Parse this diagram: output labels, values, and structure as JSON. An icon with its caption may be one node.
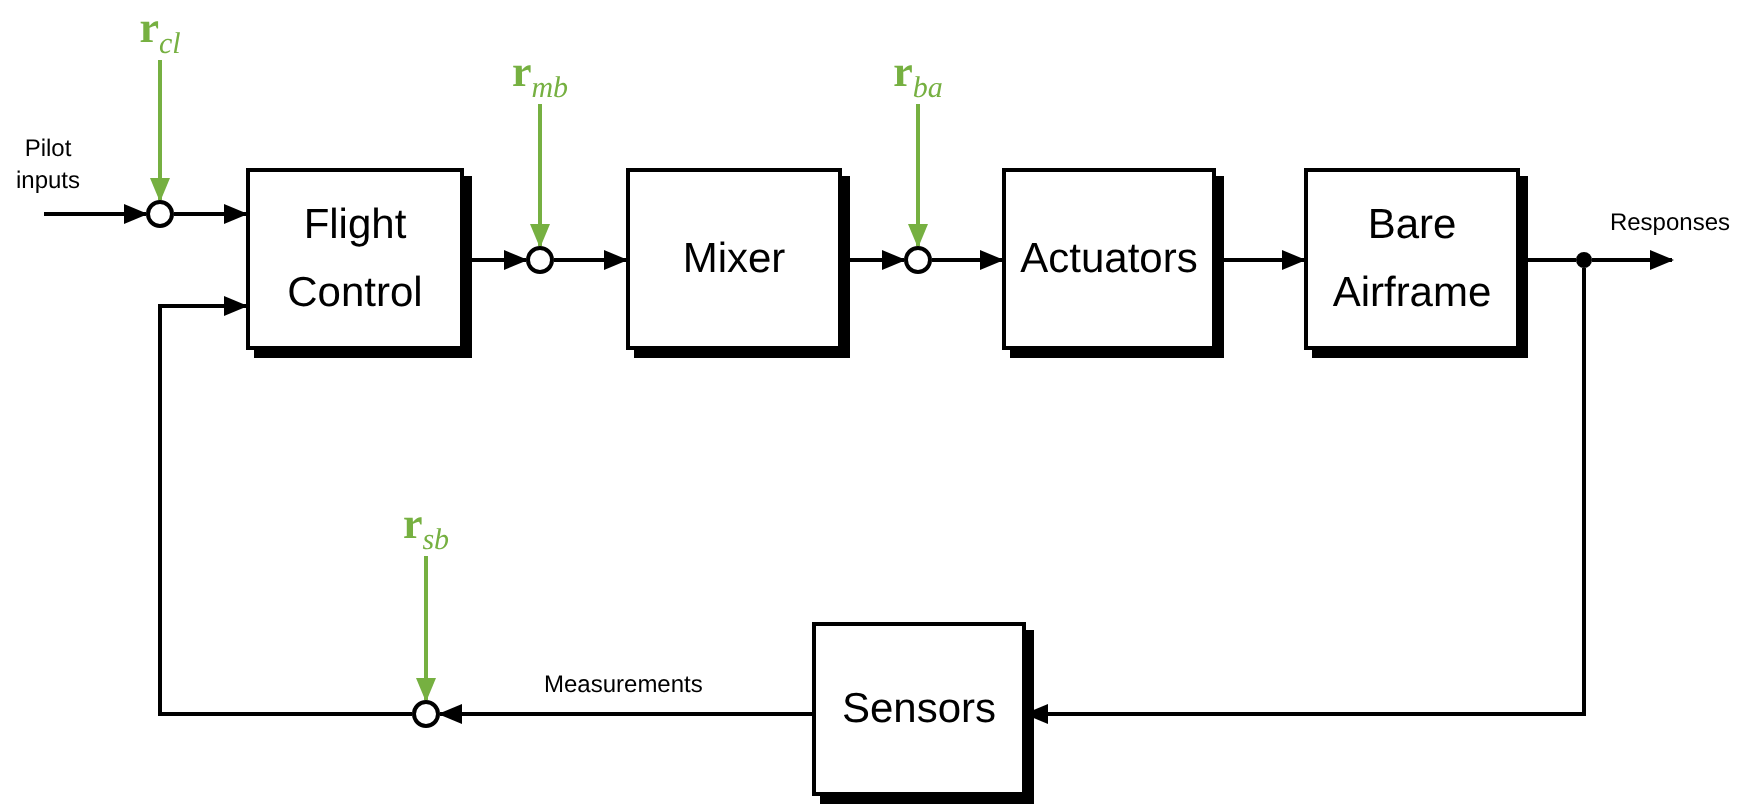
{
  "diagram": {
    "nodes": [
      {
        "text": [
          "**r**$_{cl}$"
        ]
      },
      {
        "text": [
          "**r**$_{mb}$"
        ]
      },
      {
        "text": [
          "**r**$_{ba}$"
        ]
      },
      {
        "text": [
          "Pilot inputs"
        ]
      },
      {
        "text": [],
        "shape": "circle"
      },
      {
        "text": [
          "Flight Control"
        ]
      },
      {
        "text": [],
        "shape": "circle"
      },
      {
        "text": [
          "Mixer"
        ]
      },
      {
        "text": [],
        "shape": "circle"
      },
      {
        "text": [
          "Actuators"
        ]
      },
      {
        "text": [
          "Bare Airframe"
        ]
      },
      {
        "text": [],
        "shape": "dot"
      },
      {
        "text": [
          "Responses"
        ]
      },
      {
        "text": [
          "**r**$_{sb}$"
        ]
      },
      {
        "text": [
          "Sensors"
        ]
      },
      {
        "text": [],
        "shape": "circle"
      }
    ],
    "edges": [
      {
        "from": 3,
        "to": 4,
        "arrow": "to"
      },
      {
        "from": 0,
        "to": 4,
        "arrow": "to",
        "color": "#76b041"
      },
      {
        "from": 4,
        "to": 5,
        "arrow": "to"
      },
      {
        "from": 5,
        "to": 6,
        "arrow": "to"
      },
      {
        "from": 1,
        "to": 6,
        "arrow": "to",
        "color": "#76b041"
      },
      {
        "from": 6,
        "to": 7,
        "arrow": "to"
      },
      {
        "from": 7,
        "to": 8,
        "arrow": "to"
      },
      {
        "from": 2,
        "to": 8,
        "arrow": "to",
        "color": "#76b041"
      },
      {
        "from": 8,
        "to": 9,
        "arrow": "to"
      },
      {
        "from": 9,
        "to": 10,
        "arrow": "to"
      },
      {
        "from": 10,
        "to": 11,
        "arrow": "none"
      },
      {
        "from": 11,
        "to": 12,
        "arrow": "to"
      },
      {
        "from": 11,
        "to": 14,
        "arrow": "to"
      },
      {
        "from": 14,
        "to": 15,
        "arrow": "to",
        "label": "Measurements"
      },
      {
        "from": 13,
        "to": 15,
        "arrow": "to",
        "color": "#76b041"
      },
      {
        "from": 15,
        "to": 5,
        "arrow": "to"
      }
    ]
  }
}
